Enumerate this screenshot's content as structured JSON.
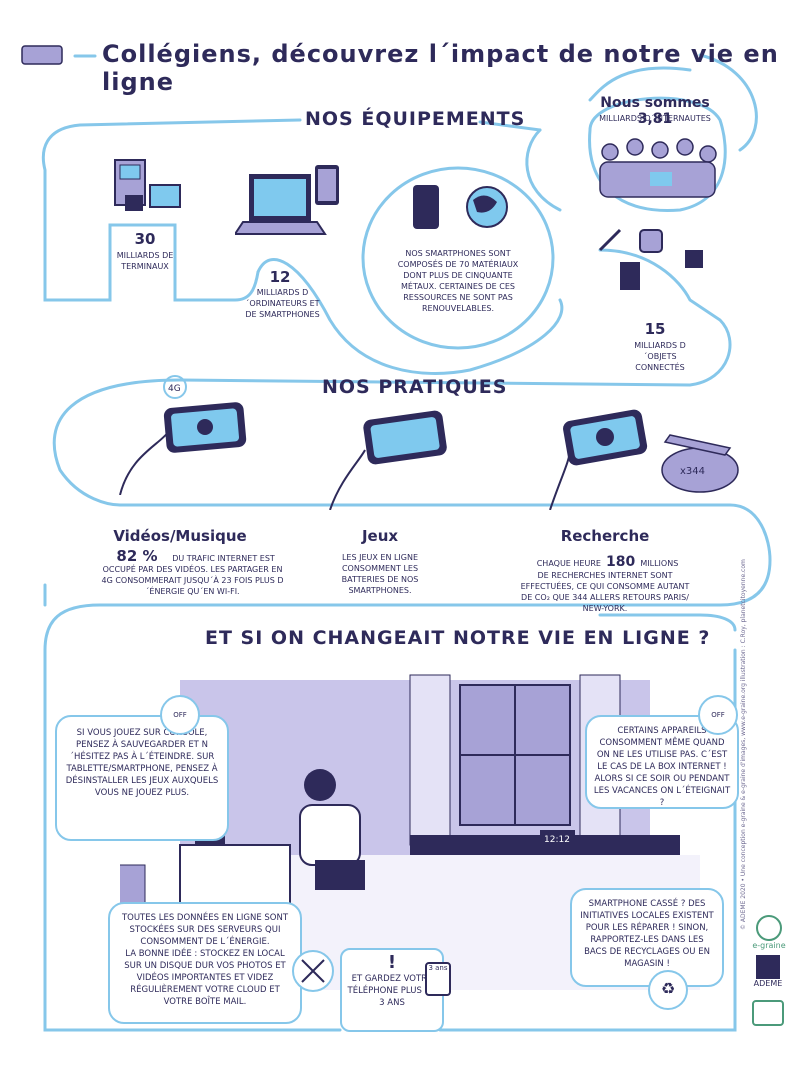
{
  "title": "Collégiens, découvrez l´impact de notre vie en ligne",
  "equipements": {
    "heading": "Nos équipements",
    "terminaux": {
      "value": "30",
      "text": "milliards de terminaux"
    },
    "ordinateurs": {
      "value": "12",
      "text": "milliards d´ordinateurs et de smartphones"
    },
    "materiaux": "Nos smartphones sont composés de 70 matériaux dont plus de cinquante métaux. Certaines de ces ressources ne sont pas renouvelables.",
    "internautes": {
      "title": "Nous sommes 3,81",
      "text": "milliards d´internautes"
    },
    "objets": {
      "value": "15",
      "text": "milliards d´objets connectés"
    }
  },
  "pratiques": {
    "heading": "Nos pratiques",
    "video": {
      "title": "Vidéos/Musique",
      "value": "82 %",
      "text": "du trafic internet est occupé par des vidéos. Les partager en 4G consommerait jusqu´à 23 fois plus d´énergie qu´en Wi-Fi."
    },
    "jeux": {
      "title": "Jeux",
      "text": "Les jeux en ligne consomment les batteries de nos smartphones."
    },
    "recherche": {
      "title": "Recherche",
      "prefix": "Chaque heure",
      "value": "180",
      "unit": "millions",
      "text": "de recherches internet sont effectuées, ce qui consomme autant de CO₂ que 344 allers retours Paris/ New-York."
    },
    "label_4g": "4G",
    "label_344": "x344"
  },
  "changer": {
    "heading": "Et si on changeait notre vie en ligne ?",
    "console": "Si vous jouez sur console, pensez à sauvegarder et n´hésitez pas à l´éteindre. Sur tablette/smartphone, pensez à désinstaller les jeux auxquels vous ne jouez plus.",
    "appareils": "Certains appareils consomment même quand on ne les utilise pas. C´est le cas de la box internet ! Alors si ce soir ou pendant les vacances on l´éteignait ?",
    "donnees_1": "Toutes les données en ligne sont stockées sur des serveurs qui consomment de l´énergie.",
    "donnees_2": "La bonne idée : Stockez en local sur un disque dur vos photos et vidéos importantes et videz régulièrement votre cloud et votre boîte mail.",
    "telephone": "Et gardez votre téléphone plus de 3 ans",
    "telephone_icon_label": "3 ans",
    "smartphone": "Smartphone cassé ? Des initiatives locales existent pour les réparer ! Sinon, rapportez-les dans les bacs de recyclages ou en magasin !",
    "off_label": "OFF",
    "clock": "12:12"
  },
  "credit": "© ADEME 2020 • Une conception e-graine & e-graine d'images, www.e-graine.org illustration : C.Roy, planetcitoyenne.com",
  "logos": {
    "egraine": "e-graine",
    "ademe": "ADEME"
  },
  "colors": {
    "accent": "#86c7ea",
    "ink": "#2e2a5a",
    "lavender": "#a7a2d6",
    "screen": "#7fc9ee"
  }
}
